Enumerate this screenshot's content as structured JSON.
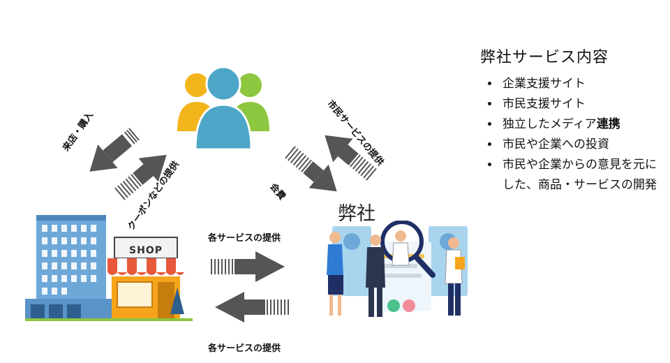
{
  "labels": {
    "visit_purchase": "来店・購入",
    "coupon_provision": "クーポンなどの提供",
    "citizen_service": "市民サービスの提供",
    "membership_fee": "会費",
    "service_provision_top": "各サービスの提供",
    "service_provision_bottom": "各サービスの提供",
    "company": "弊社",
    "shop_sign": "SHOP"
  },
  "services": {
    "title": "弊社サービス内容",
    "items": [
      {
        "text": "企業支援サイト",
        "bold": ""
      },
      {
        "text": "市民支援サイト",
        "bold": ""
      },
      {
        "text": "独立したメディア",
        "bold": "連携"
      },
      {
        "text": "市民や企業への投資",
        "bold": ""
      },
      {
        "text": "市民や企業からの意見を元にした、商品・サービスの開発",
        "bold": ""
      }
    ]
  },
  "colors": {
    "arrow": "#555555",
    "person_left": "#f3b51c",
    "person_center": "#4da6c8",
    "person_right": "#8dc63f",
    "building": "#6ea8d8",
    "shop_awning": "#e8593c",
    "shop_body": "#f6a41b"
  }
}
